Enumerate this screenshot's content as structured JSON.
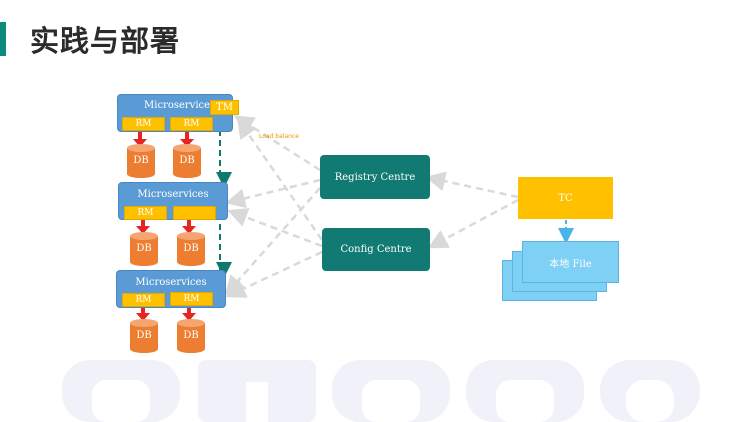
{
  "title": "实践与部署",
  "microservice_label": "Microservices",
  "tm_label": "TM",
  "rm_label": "RM",
  "db_label": "DB",
  "load_balance_label": "Load balance",
  "registry_label": "Registry  Centre",
  "config_label": "Config Centre",
  "tc_label": "TC",
  "file_label": "本地 File",
  "colors": {
    "accent": "#0d8a7c",
    "microservice": "#5b9bd5",
    "rm_tm": "#ffc000",
    "db": "#ed7d31",
    "teal_node": "#117a72",
    "tc": "#ffc000",
    "file": "#7fd0f5",
    "arrow_red": "#e52424",
    "dashed_grey": "#d9d9d9",
    "dashed_green": "#0f7a6c"
  }
}
